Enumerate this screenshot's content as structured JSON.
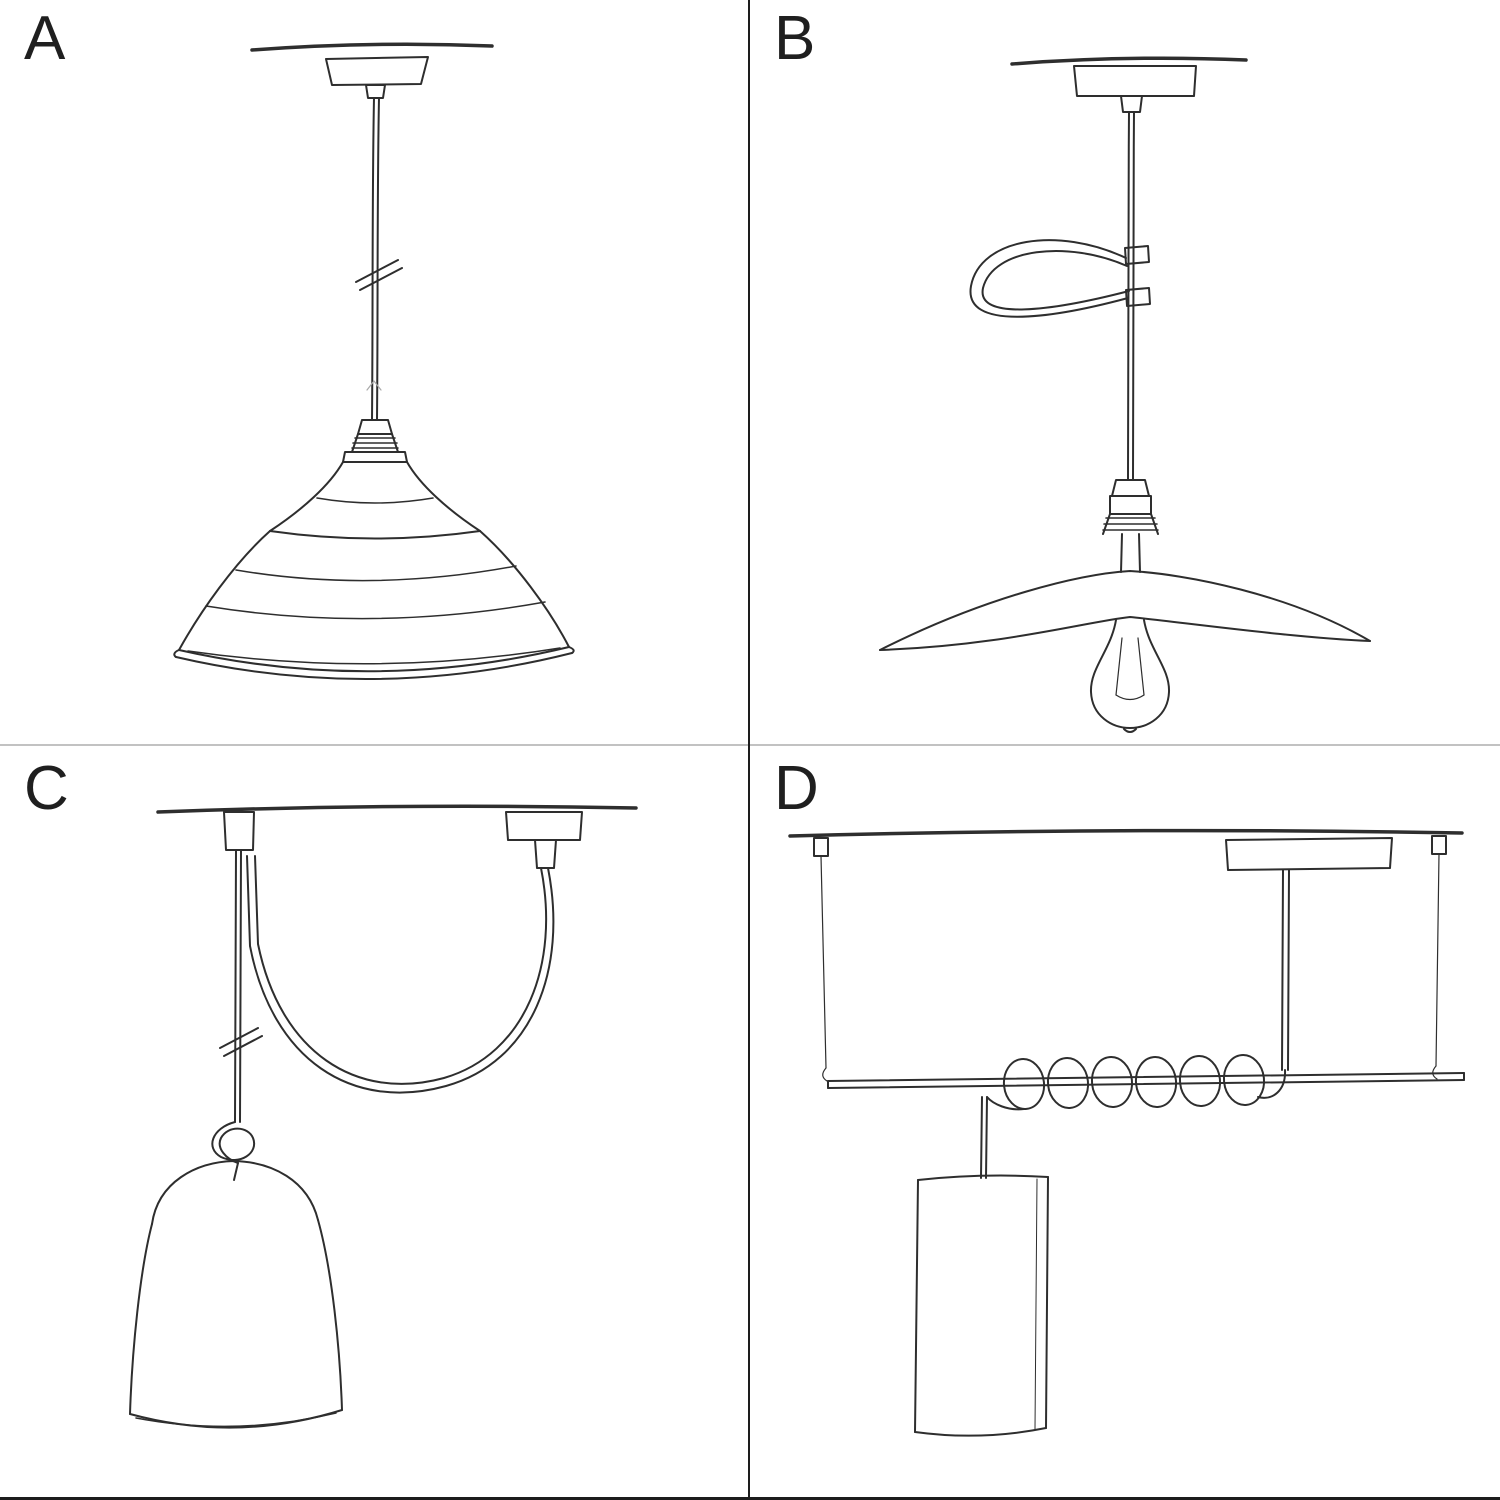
{
  "page": {
    "background": "#ffffff",
    "ink_color": "#2e2e2e",
    "light_ink_color": "#6a6a6a",
    "divider_vertical_color": "#1d1d1d",
    "divider_horizontal_color": "#c2c2c2"
  },
  "panels": [
    {
      "id": "A",
      "label": "A",
      "icon": "pendant-straight-cable-bistro-shade-sketch"
    },
    {
      "id": "B",
      "label": "B",
      "icon": "pendant-cable-loop-flat-dish-shade-bulb-sketch"
    },
    {
      "id": "C",
      "label": "C",
      "icon": "pendant-swag-hook-knot-bell-shade-sketch"
    },
    {
      "id": "D",
      "label": "D",
      "icon": "pendant-bar-coiled-cable-tube-shade-sketch"
    }
  ]
}
